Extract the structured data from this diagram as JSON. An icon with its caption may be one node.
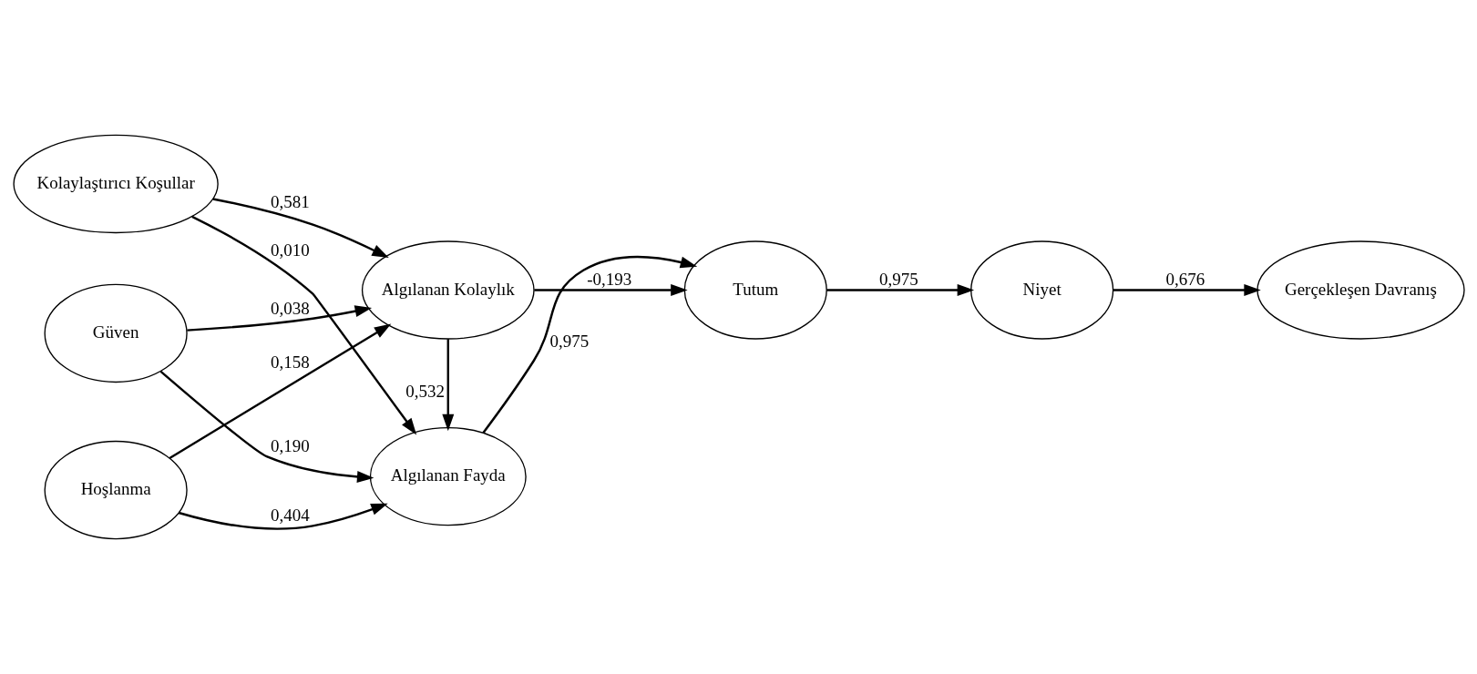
{
  "diagram": {
    "nodes": [
      {
        "text": [
          "Güven"
        ]
      },
      {
        "text": [
          "Kolaylaştırıcı Koşullar"
        ]
      },
      {
        "text": [
          "Hoşlanma"
        ]
      },
      {
        "text": [
          "Algılanan Fayda"
        ]
      },
      {
        "text": [
          "Algılanan Kolaylık"
        ]
      },
      {
        "text": [
          "Tutum"
        ]
      },
      {
        "text": [
          "Niyet"
        ]
      },
      {
        "text": [
          "Gerçekleşen Davranış"
        ]
      }
    ],
    "edges": [
      {
        "from": 0,
        "to": 3,
        "arrow": "to",
        "label": "0,190"
      },
      {
        "from": 0,
        "to": 4,
        "arrow": "to",
        "label": "0,038"
      },
      {
        "from": 1,
        "to": 3,
        "arrow": "to",
        "label": "0,010"
      },
      {
        "from": 1,
        "to": 4,
        "arrow": "to",
        "label": "0,581"
      },
      {
        "from": 2,
        "to": 3,
        "arrow": "to",
        "label": "0,404"
      },
      {
        "from": 2,
        "to": 4,
        "arrow": "to",
        "label": "0,158"
      },
      {
        "from": 4,
        "to": 3,
        "arrow": "to",
        "label": "0,532"
      },
      {
        "from": 3,
        "to": 5,
        "arrow": "to",
        "label": "0,975"
      },
      {
        "from": 4,
        "to": 5,
        "arrow": "to",
        "label": "-0,193"
      },
      {
        "from": 5,
        "to": 6,
        "arrow": "to",
        "label": "0,975"
      },
      {
        "from": 6,
        "to": 7,
        "arrow": "to",
        "label": "0,676"
      }
    ]
  }
}
